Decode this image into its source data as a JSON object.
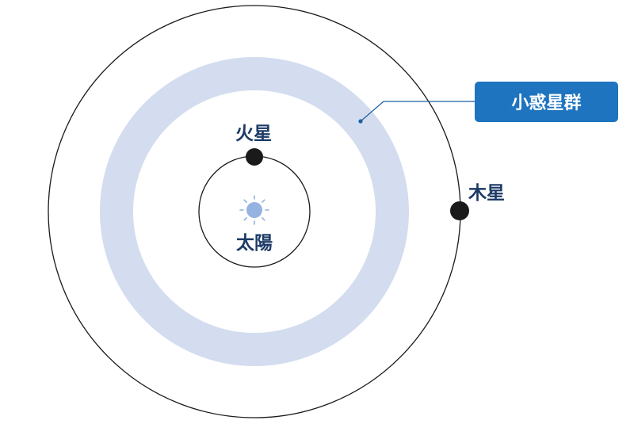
{
  "labels": {
    "sun": "太陽",
    "mars": "火星",
    "jupiter": "木星",
    "asteroid_belt": "小惑星群"
  },
  "colors": {
    "orbit_line": "#1a1a1a",
    "belt_fill": "#d3ddef",
    "planet": "#1a1a1a",
    "sun": "#95b2e0",
    "sun_rays": "#8fb0e0",
    "label_text": "#1c3a66",
    "callout_bg": "#1e74bf",
    "callout_text": "#ffffff",
    "leader_line": "#1e5fa0"
  },
  "icons": {
    "sun": "sun-icon",
    "mars": "planet-dot-icon",
    "jupiter": "planet-dot-icon"
  }
}
